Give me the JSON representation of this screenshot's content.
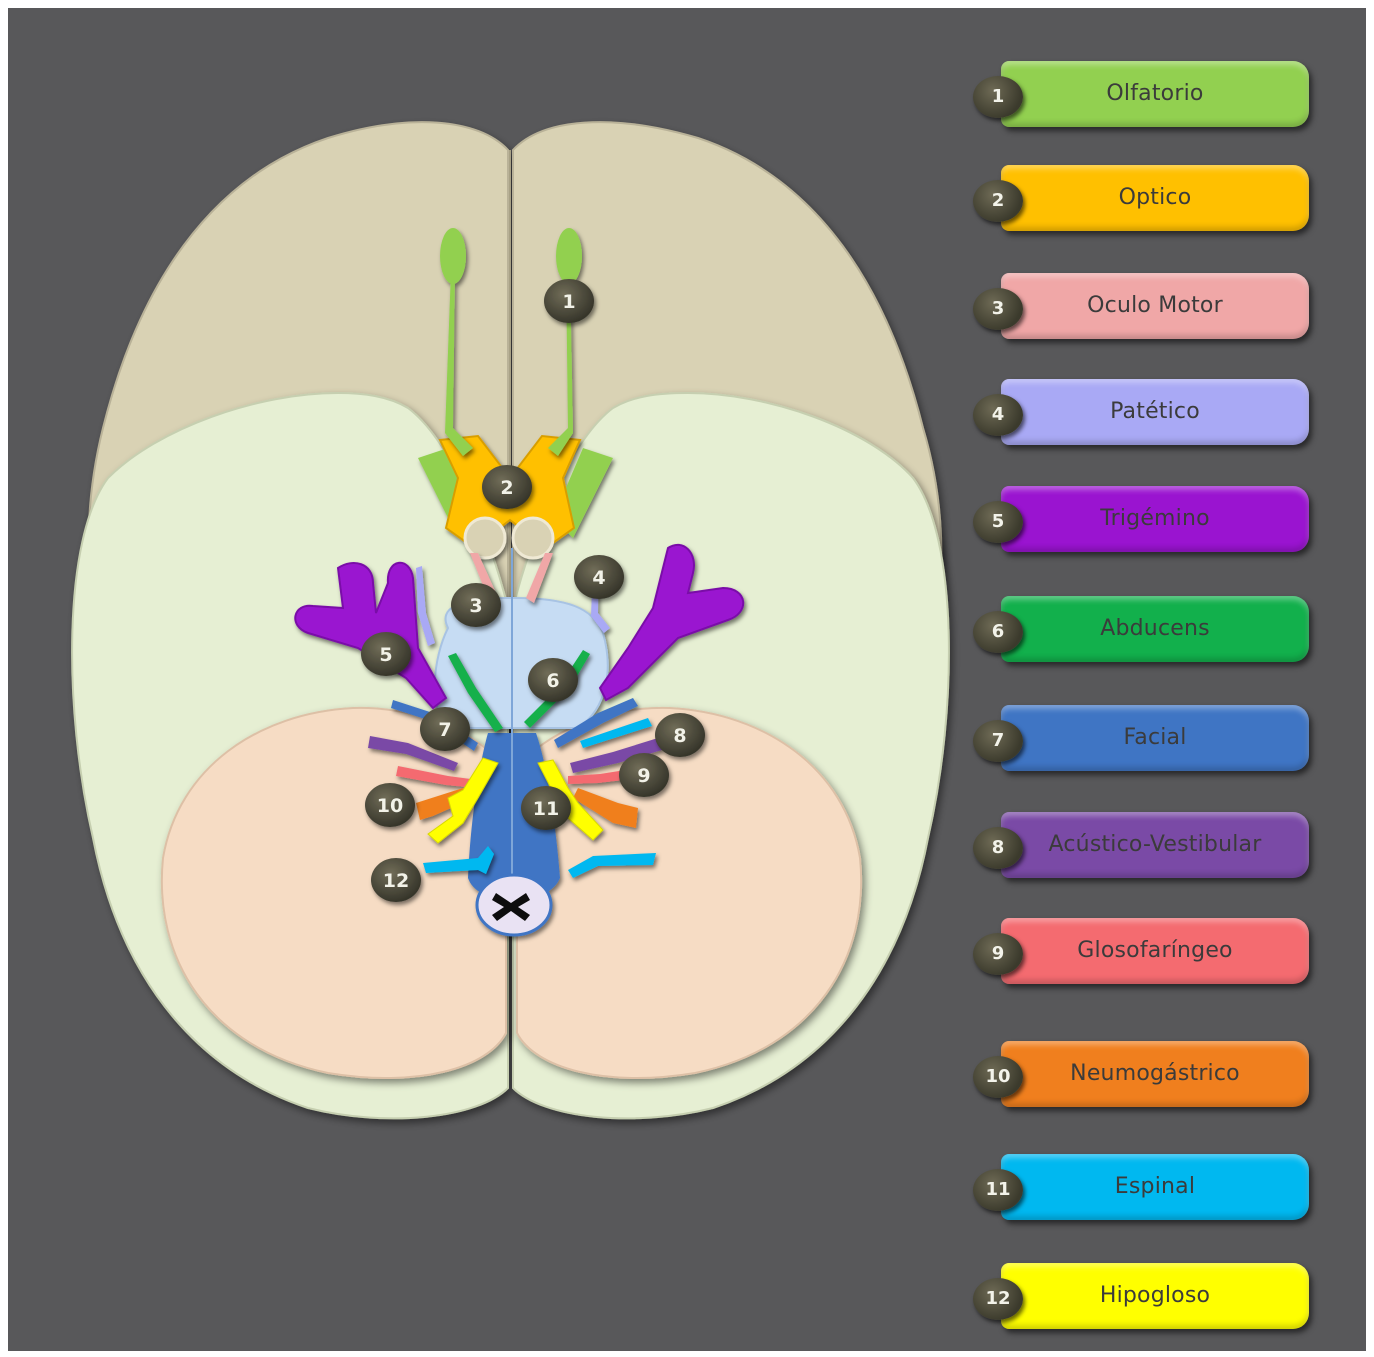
{
  "colors": {
    "background": "#58585a",
    "cerebrum": "#d9d2b4",
    "temporal": "#e6efd3",
    "cerebellum": "#f6dcc4",
    "brainstem": "#b7d3ef"
  },
  "diagram_labels": [
    "1",
    "2",
    "3",
    "4",
    "5",
    "6",
    "7",
    "8",
    "9",
    "10",
    "11",
    "12"
  ],
  "legend": [
    {
      "number": "1",
      "name": "Olfatorio",
      "color": "#92d050"
    },
    {
      "number": "2",
      "name": "Optico",
      "color": "#ffc000"
    },
    {
      "number": "3",
      "name": "Oculo Motor",
      "color": "#f0a7a7"
    },
    {
      "number": "4",
      "name": "Patético",
      "color": "#a9a9f5"
    },
    {
      "number": "5",
      "name": "Trigémino",
      "color": "#9a14d0"
    },
    {
      "number": "6",
      "name": "Abducens",
      "color": "#12b04c"
    },
    {
      "number": "7",
      "name": "Facial",
      "color": "#3f75c4"
    },
    {
      "number": "8",
      "name": "Acústico-Vestibular",
      "color": "#7a4aa6"
    },
    {
      "number": "9",
      "name": "Glosofaríngeo",
      "color": "#f46b70"
    },
    {
      "number": "10",
      "name": "Neumogástrico",
      "color": "#f07f1e"
    },
    {
      "number": "11",
      "name": "Espinal",
      "color": "#00b8f0"
    },
    {
      "number": "12",
      "name": "Hipogloso",
      "color": "#ffff00"
    }
  ]
}
